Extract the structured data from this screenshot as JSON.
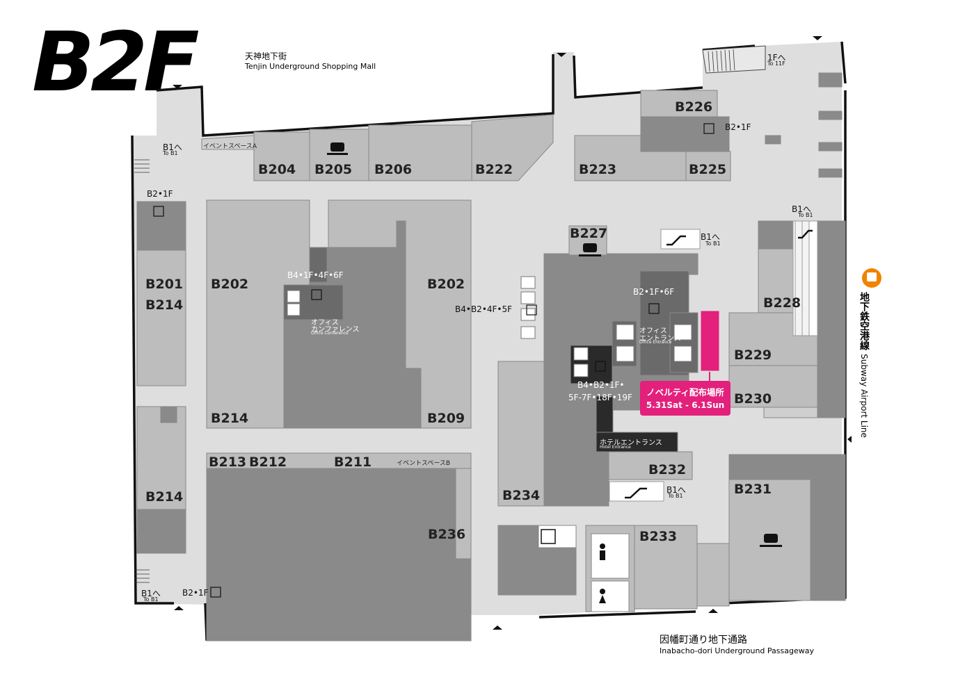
{
  "floor": {
    "title": "B2F"
  },
  "connections": {
    "tenjin": {
      "ja": "天神地下街",
      "en": "Tenjin Underground Shopping Mall"
    },
    "inabacho": {
      "ja": "因幡町通り地下通路",
      "en": "Inabacho-dori Underground Passageway"
    },
    "subway": {
      "ja": "地下鉄空港線",
      "en": "Subway Airport Line"
    }
  },
  "units": [
    {
      "id": "B204",
      "label": "B204"
    },
    {
      "id": "B205",
      "label": "B205"
    },
    {
      "id": "B206",
      "label": "B206"
    },
    {
      "id": "B222",
      "label": "B222"
    },
    {
      "id": "B223",
      "label": "B223"
    },
    {
      "id": "B225",
      "label": "B225"
    },
    {
      "id": "B226",
      "label": "B226"
    },
    {
      "id": "B227",
      "label": "B227"
    },
    {
      "id": "B228",
      "label": "B228"
    },
    {
      "id": "B229",
      "label": "B229"
    },
    {
      "id": "B230",
      "label": "B230"
    },
    {
      "id": "B231",
      "label": "B231"
    },
    {
      "id": "B232",
      "label": "B232"
    },
    {
      "id": "B233",
      "label": "B233"
    },
    {
      "id": "B234",
      "label": "B234"
    },
    {
      "id": "B236",
      "label": "B236"
    },
    {
      "id": "B201",
      "label": "B201"
    },
    {
      "id": "B214a",
      "label": "B214"
    },
    {
      "id": "B214b",
      "label": "B214"
    },
    {
      "id": "B214c",
      "label": "B214"
    },
    {
      "id": "B202a",
      "label": "B202"
    },
    {
      "id": "B202b",
      "label": "B202"
    },
    {
      "id": "B209",
      "label": "B209"
    },
    {
      "id": "B213",
      "label": "B213"
    },
    {
      "id": "B212",
      "label": "B212"
    },
    {
      "id": "B211",
      "label": "B211"
    }
  ],
  "event_spaces": {
    "a": "イベントスペースA",
    "b": "イベントスペースB"
  },
  "facilities": {
    "stairs_b1_tl": "B1へ",
    "stairs_b1_tl_en": "To B1",
    "stairs_b1_bl": "B1へ",
    "stairs_b1_bl_en": "To B1",
    "elev_b2_1f_left": "B2•1F",
    "elev_b2_1f_bottom": "B2•1F",
    "elev_b2_1f_top": "B2•1F",
    "stairs_1f": "1Fへ",
    "stairs_1f_en": "To 11F",
    "esc_b1_right": "B1へ",
    "esc_b1_right_en": "To B1",
    "esc_b1_center": "B1へ",
    "esc_b1_center_en": "To B1",
    "esc_b1_lower": "B1へ",
    "esc_b1_lower_en": "To B1",
    "elev_office_conf": "B4•1F•4F•6F",
    "office_conf_ja1": "オフィス",
    "office_conf_ja2": "カンファレンス",
    "office_conf_en": "Office Conference",
    "elev_b4_b2_4f_5f": "B4•B2•4F•5F",
    "elev_office_ent": "B2•1F•6F",
    "office_ent_ja1": "オフィス",
    "office_ent_ja2": "エントランス",
    "office_ent_en": "Office Entrance",
    "elev_hotel_1": "B4•B2•1F•",
    "elev_hotel_2": "5F-7F•18F•19F",
    "hotel_ent_ja": "ホテルエントランス",
    "hotel_ent_en": "Hotel Entrance"
  },
  "novelty": {
    "title": "ノベルティ配布場所",
    "dates": "5.31Sat - 6.1Sun"
  },
  "colors": {
    "pink": "#e3207b",
    "subway_orange": "#f08300",
    "corridor": "#dedede",
    "dark": "#8a8a8a"
  }
}
